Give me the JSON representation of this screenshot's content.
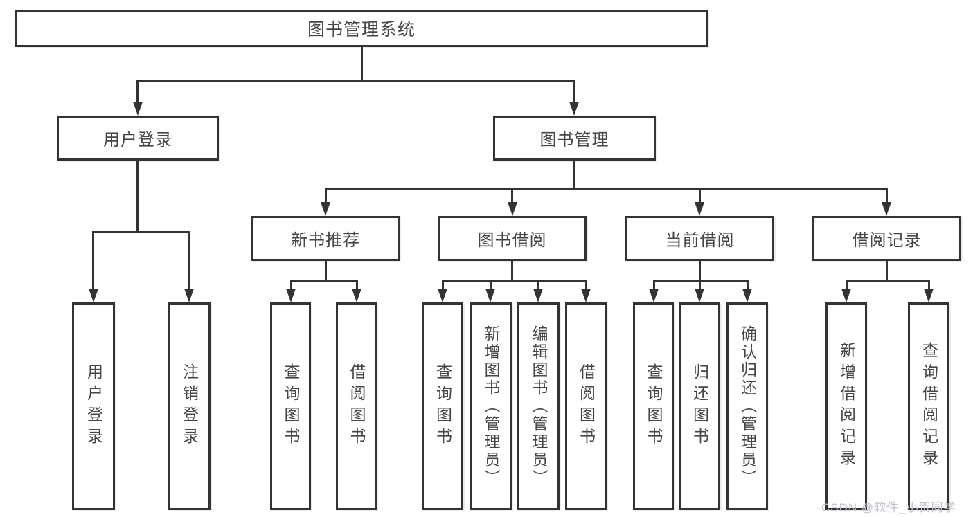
{
  "diagram": {
    "type": "tree-structure-chart",
    "title": "图书管理系统",
    "watermark": "CSDN @软件_小贺同学",
    "colors": {
      "background": "#ffffff",
      "box_fill": "#ffffff",
      "box_border": "#333333",
      "line": "#333333",
      "text": "#464646",
      "watermark_text": "#bfc3c9"
    },
    "tree": {
      "label": "图书管理系统",
      "children": [
        {
          "label": "用户登录",
          "children": [
            {
              "label": "用户登录"
            },
            {
              "label": "注销登录"
            }
          ]
        },
        {
          "label": "图书管理",
          "children": [
            {
              "label": "新书推荐",
              "children": [
                {
                  "label": "查询图书"
                },
                {
                  "label": "借阅图书"
                }
              ]
            },
            {
              "label": "图书借阅",
              "children": [
                {
                  "label": "查询图书"
                },
                {
                  "label": "新增图书（管理员）"
                },
                {
                  "label": "编辑图书（管理员）"
                },
                {
                  "label": "借阅图书"
                }
              ]
            },
            {
              "label": "当前借阅",
              "children": [
                {
                  "label": "查询图书"
                },
                {
                  "label": "归还图书"
                },
                {
                  "label": "确认归还（管理员）"
                }
              ]
            },
            {
              "label": "借阅记录",
              "children": [
                {
                  "label": "新增借阅记录"
                },
                {
                  "label": "查询借阅记录"
                }
              ]
            }
          ]
        }
      ]
    }
  }
}
